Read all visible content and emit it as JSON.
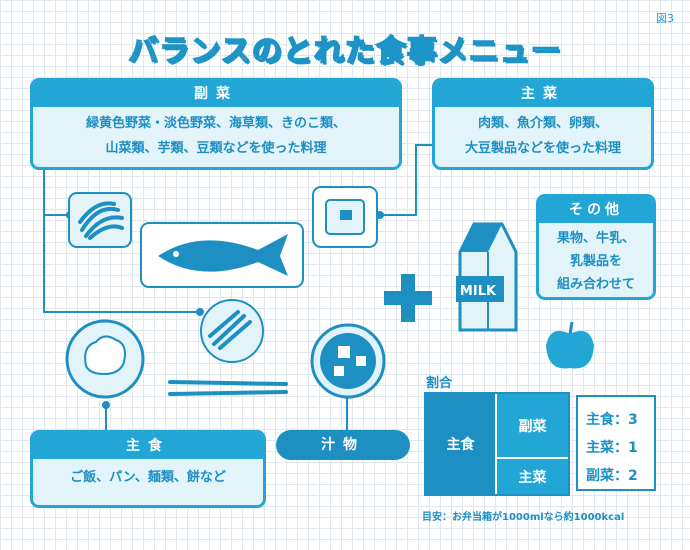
{
  "figure_label": "図3",
  "title": "バランスのとれた食事メニュー",
  "side_dish": {
    "header": "副菜",
    "lines": [
      "緑黄色野菜・淡色野菜、海草類、きのこ類、",
      "山菜類、芋類、豆類などを使った料理"
    ]
  },
  "main_dish": {
    "header": "主菜",
    "lines": [
      "肉類、魚介類、卵類、",
      "大豆製品などを使った料理"
    ]
  },
  "other": {
    "header": "その他",
    "lines": [
      "果物、牛乳、",
      "乳製品を",
      "組み合わせて"
    ]
  },
  "staple": {
    "header": "主食",
    "lines": [
      "ご飯、パン、麺類、餅など"
    ]
  },
  "soup": {
    "label": "汁物"
  },
  "milk_label": "MILK",
  "ratio": {
    "title": "割合",
    "bento": {
      "staple": "主食",
      "side": "副菜",
      "main": "主菜"
    },
    "list": [
      "主食：3",
      "主菜：1",
      "副菜：2"
    ],
    "note": "目安：お弁当箱が1000mlなら約1000kcal"
  },
  "colors": {
    "primary": "#1d8fc2",
    "accent": "#22a6d6",
    "light": "#e2f4fa",
    "title": "#f6e600"
  }
}
